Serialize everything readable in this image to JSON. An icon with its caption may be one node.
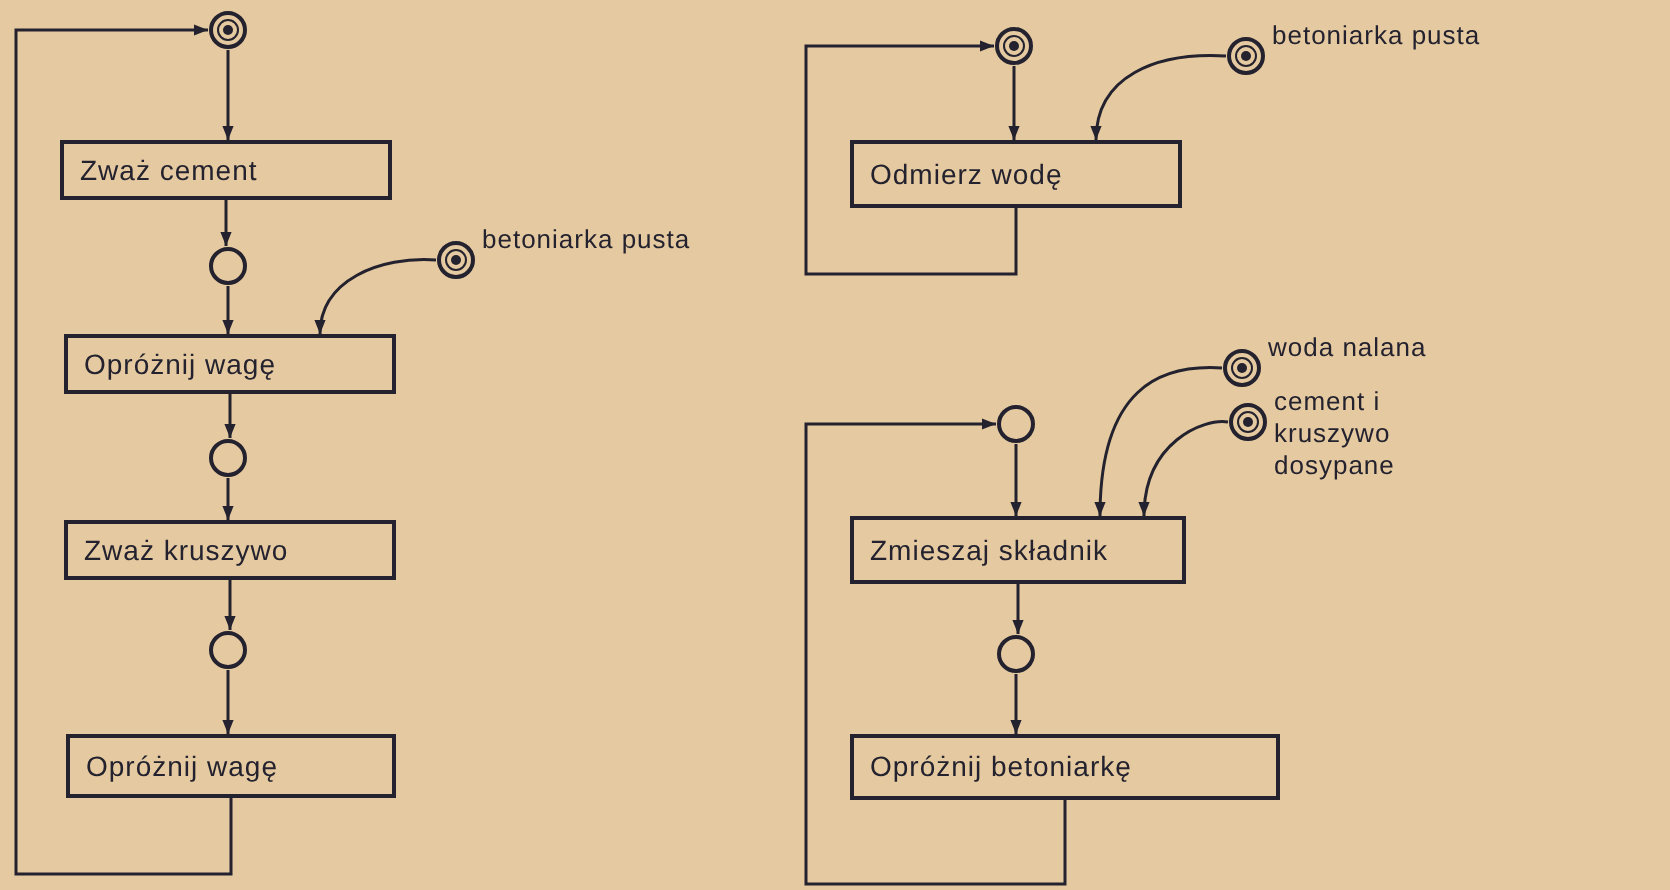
{
  "diagram": {
    "nodes": [
      {
        "text": [],
        "shape": "bullseye"
      },
      {
        "text": [
          "Zważ cement"
        ]
      },
      {
        "text": [],
        "shape": "circle"
      },
      {
        "text": [
          "Opróżnij wagę"
        ]
      },
      {
        "text": [],
        "shape": "bullseye",
        "beside": [
          "betoniarka pusta"
        ]
      },
      {
        "text": [],
        "shape": "circle"
      },
      {
        "text": [
          "Zważ kruszywo"
        ]
      },
      {
        "text": [],
        "shape": "circle"
      },
      {
        "text": [
          "Opróżnij wagę"
        ]
      },
      {
        "text": [],
        "shape": "bullseye"
      },
      {
        "text": [
          "Odmierz wodę"
        ]
      },
      {
        "text": [],
        "shape": "bullseye",
        "beside": [
          "betoniarka pusta"
        ]
      },
      {
        "text": [],
        "shape": "circle"
      },
      {
        "text": [],
        "shape": "bullseye",
        "beside": [
          "woda nalana"
        ]
      },
      {
        "text": [],
        "shape": "bullseye",
        "beside": [
          "cement i kruszywo dosypane"
        ]
      },
      {
        "text": [
          "Zmieszaj składnik"
        ]
      },
      {
        "text": [],
        "shape": "circle"
      },
      {
        "text": [
          "Opróżnij betoniarkę"
        ]
      }
    ],
    "edges": [
      {
        "from": 0,
        "to": 1,
        "arrow": "to"
      },
      {
        "from": 1,
        "to": 2,
        "arrow": "to"
      },
      {
        "from": 2,
        "to": 3,
        "arrow": "to"
      },
      {
        "from": 4,
        "to": 3,
        "arrow": "to"
      },
      {
        "from": 3,
        "to": 5,
        "arrow": "to"
      },
      {
        "from": 5,
        "to": 6,
        "arrow": "to"
      },
      {
        "from": 6,
        "to": 7,
        "arrow": "to"
      },
      {
        "from": 7,
        "to": 8,
        "arrow": "to"
      },
      {
        "from": 8,
        "to": 0,
        "arrow": "to"
      },
      {
        "from": 9,
        "to": 10,
        "arrow": "to"
      },
      {
        "from": 11,
        "to": 10,
        "arrow": "to"
      },
      {
        "from": 10,
        "to": 9,
        "arrow": "to"
      },
      {
        "from": 12,
        "to": 15,
        "arrow": "to"
      },
      {
        "from": 13,
        "to": 15,
        "arrow": "to"
      },
      {
        "from": 14,
        "to": 15,
        "arrow": "to"
      },
      {
        "from": 15,
        "to": 16,
        "arrow": "to"
      },
      {
        "from": 16,
        "to": 17,
        "arrow": "to"
      },
      {
        "from": 17,
        "to": 12,
        "arrow": "to"
      }
    ]
  }
}
